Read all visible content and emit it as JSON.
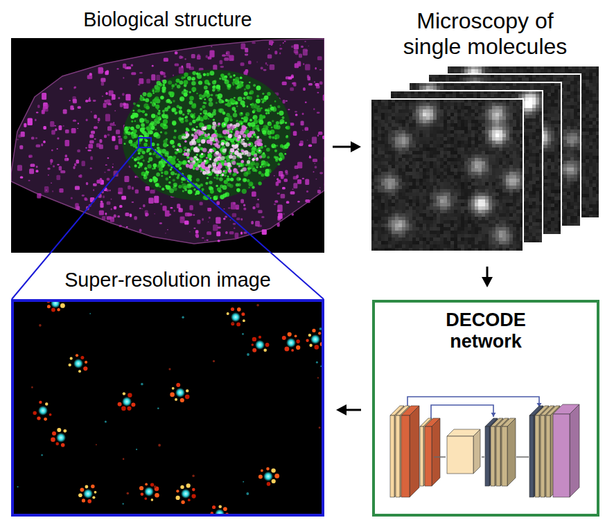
{
  "diagram": {
    "nodes": [
      {
        "text": [
          "Biological structure"
        ]
      },
      {
        "text": [
          "Microscopy of single molecules"
        ]
      },
      {
        "text": [
          "Super-resolution image"
        ]
      },
      {
        "text": [
          "DECODE network"
        ]
      }
    ],
    "edges": [
      {
        "from": 0,
        "to": 1,
        "arrow": "to"
      },
      {
        "from": 1,
        "to": 3,
        "arrow": "to"
      },
      {
        "from": 3,
        "to": 2,
        "arrow": "to"
      }
    ]
  }
}
